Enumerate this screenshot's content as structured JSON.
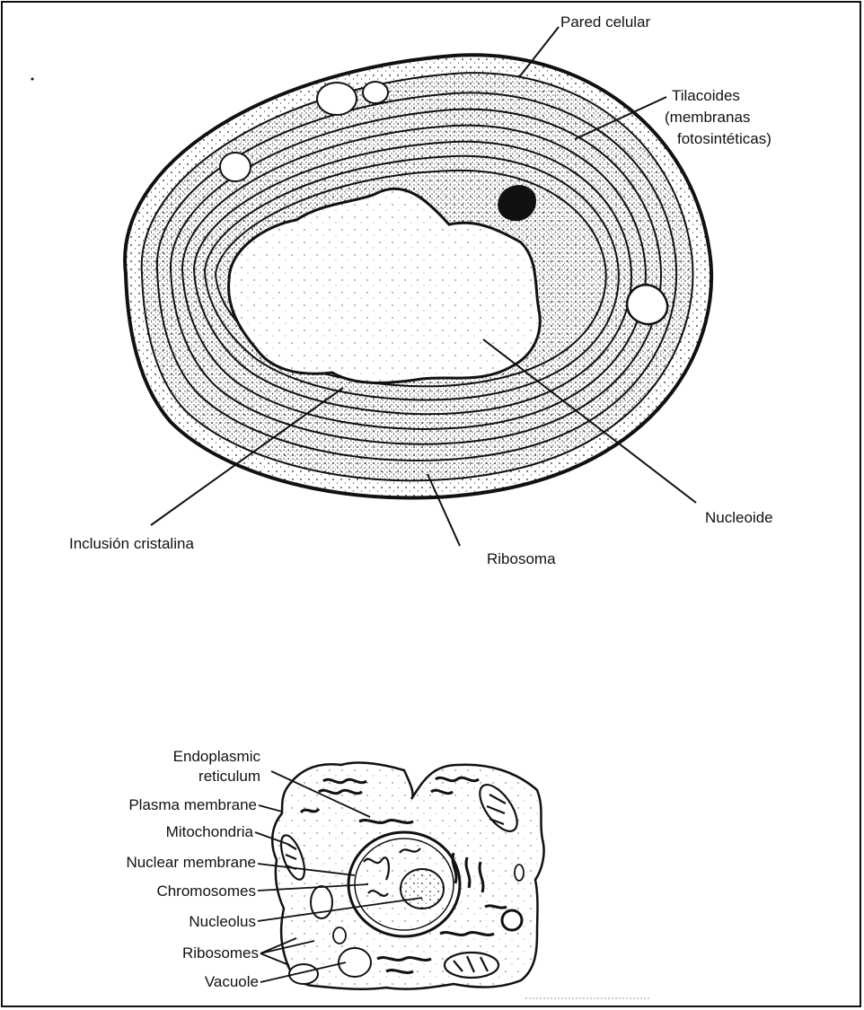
{
  "prokaryote": {
    "labels": {
      "cell_wall": "Pared celular",
      "thylakoids_1": "Tilacoides",
      "thylakoids_2": "(membranas",
      "thylakoids_3": "fotosintéticas)",
      "crystal_inclusion": "Inclusión cristalina",
      "ribosome": "Ribosoma",
      "nucleoid": "Nucleoide"
    }
  },
  "eukaryote": {
    "labels": {
      "er_1": "Endoplasmic",
      "er_2": "reticulum",
      "plasma_membrane": "Plasma membrane",
      "mitochondria": "Mitochondria",
      "nuclear_membrane": "Nuclear membrane",
      "chromosomes": "Chromosomes",
      "nucleolus": "Nucleolus",
      "ribosomes": "Ribosomes",
      "vacuole": "Vacuole"
    }
  }
}
